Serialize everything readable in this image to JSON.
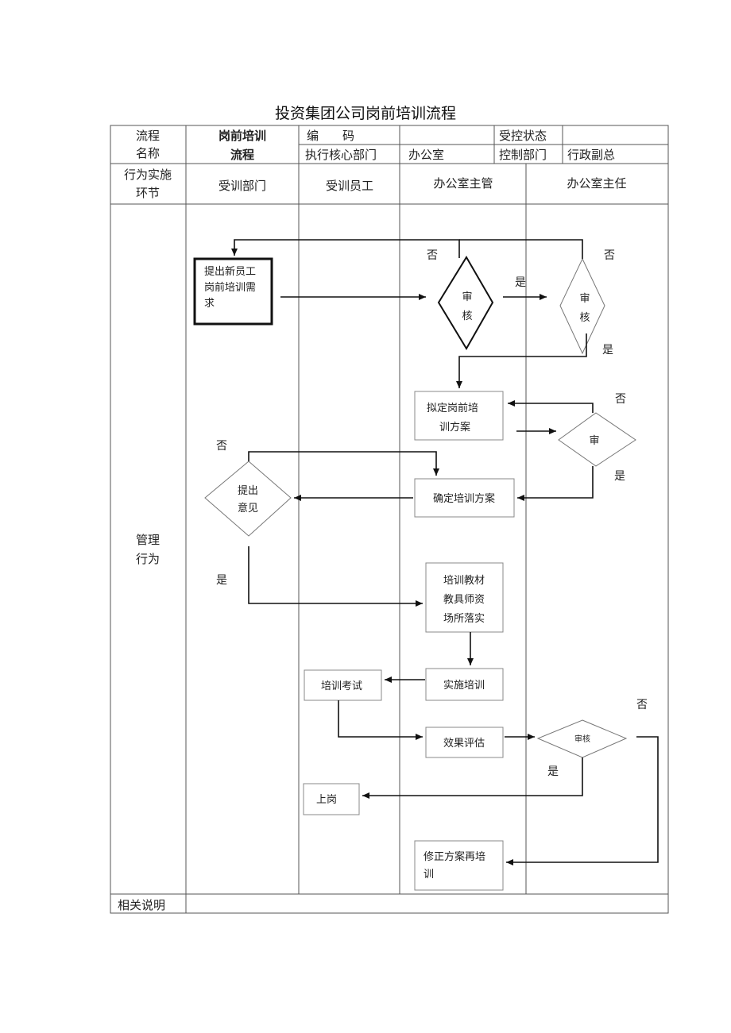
{
  "title": "投资集团公司岗前培训流程",
  "header": {
    "flow_label": [
      "流程",
      "名称"
    ],
    "flow_name": [
      "岗前培训",
      "流程"
    ],
    "code_label": "编　　码",
    "code_value": "",
    "controlled_status_label": "受控状态",
    "controlled_status_value": "",
    "exec_dept_label": "执行核心部门",
    "exec_dept_value": "办公室",
    "control_dept_label": "控制部门",
    "control_dept_value": "行政副总"
  },
  "lanes_header": {
    "stage_label": [
      "行为实施",
      "环节"
    ],
    "lanes": [
      "受训部门",
      "受训员工",
      "办公室主管",
      "办公室主任"
    ]
  },
  "row_label": [
    "管理",
    "行为"
  ],
  "footer_label": "相关说明",
  "nodes": {
    "propose_need": [
      "提出新员工",
      "岗前培训需",
      "求"
    ],
    "review1": [
      "审",
      "核"
    ],
    "review2": [
      "审",
      "核"
    ],
    "draft_plan": [
      "拟定岗前培",
      "训方案"
    ],
    "review3": [
      "审"
    ],
    "confirm_plan": "确定培训方案",
    "give_opinion": [
      "提出",
      "意见"
    ],
    "prepare": [
      "培训教材",
      "教具师资",
      "场所落实"
    ],
    "exam": "培训考试",
    "implement": "实施培训",
    "evaluate": "效果评估",
    "review4": "审核",
    "onboard": "上岗",
    "revise": [
      "修正方案再培",
      "训"
    ]
  },
  "edge_labels": {
    "no": "否",
    "yes": "是"
  }
}
